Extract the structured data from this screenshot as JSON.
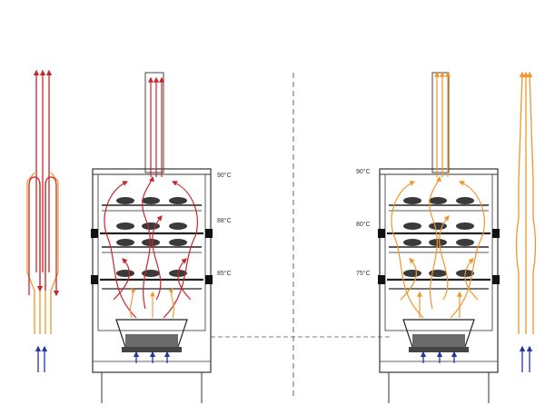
{
  "labels": {
    "left": {
      "top": "90°C",
      "middle": "88°C",
      "bottom": "85°C"
    },
    "right": {
      "top": "90°C",
      "middle": "80°C",
      "bottom": "75°C"
    }
  },
  "colors": {
    "hot_air": "#c8262c",
    "warm_air": "#f0962a",
    "cold_air": "#2436a8",
    "structure": "#333333",
    "wood_fire": "#6b6b6b"
  }
}
